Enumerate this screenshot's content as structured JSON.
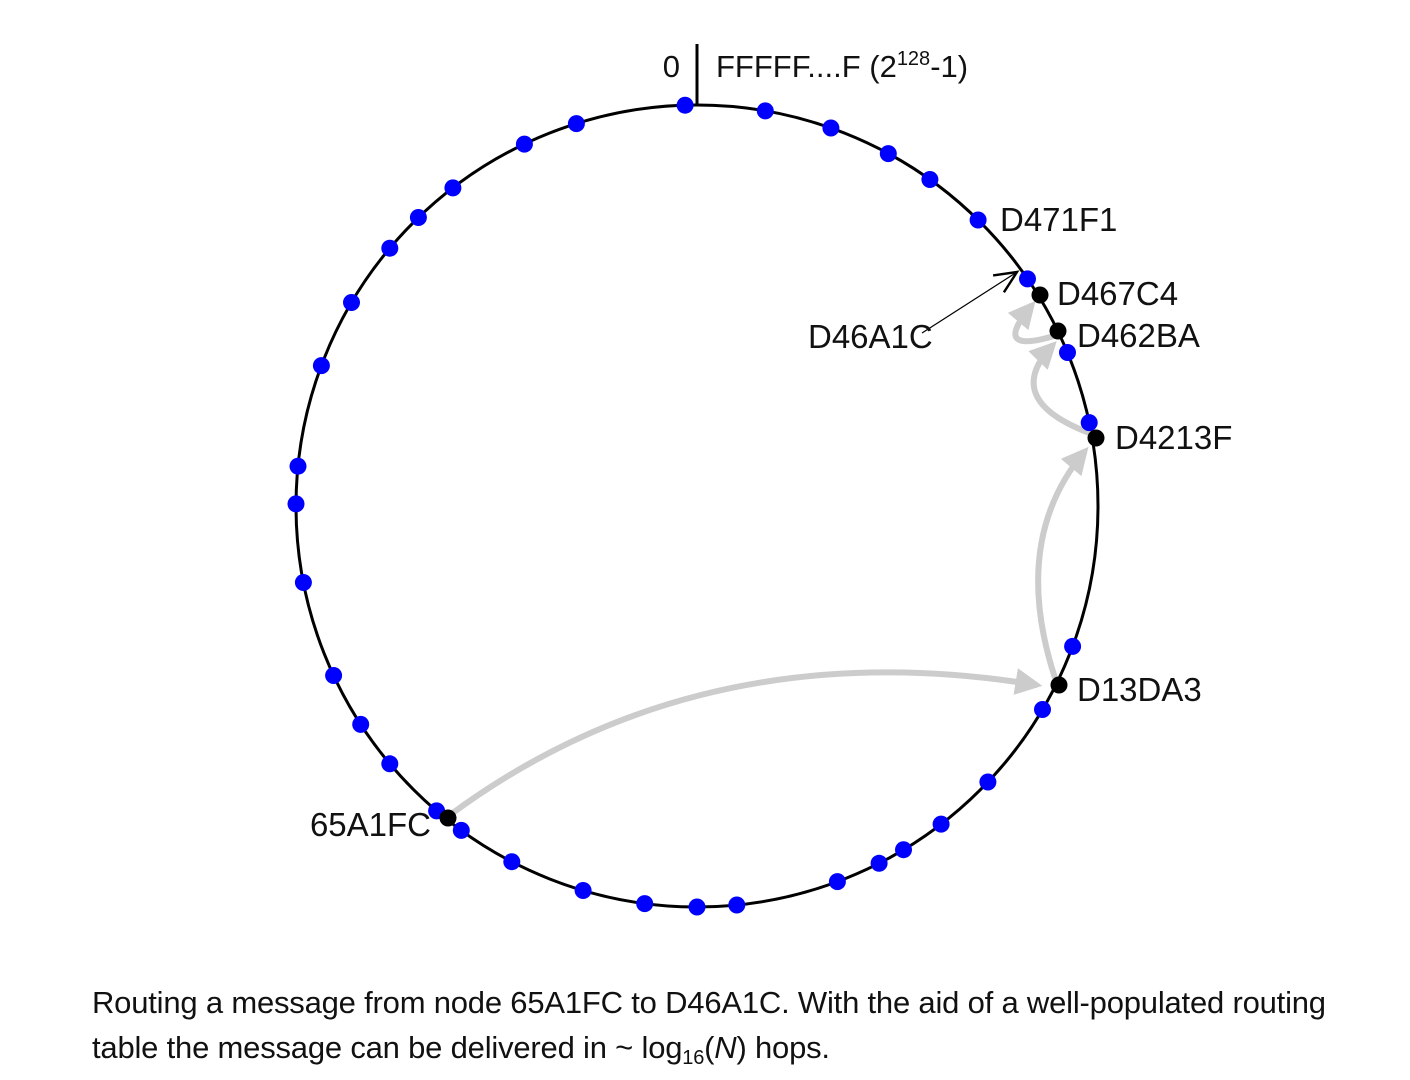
{
  "ring": {
    "top_left_label": "0",
    "top_right_label_base": "FFFFF....F (2",
    "top_right_label_exp": "128",
    "top_right_label_tail": "-1)",
    "node_color": "#0000ff",
    "highlight_node_color": "#000000",
    "route_arrow_color": "#cccccc",
    "ring_color": "#000000"
  },
  "nodes": {
    "source": "65A1FC",
    "hop1": "D13DA3",
    "hop2": "D4213F",
    "hop3": "D462BA",
    "hop4": "D467C4",
    "neighbor": "D471F1",
    "destination_key": "D46A1C"
  },
  "caption": {
    "line1": "Routing a message from node 65A1FC to D46A1C. With the aid of a well-populated routing",
    "line2_prefix": "table the message can be delivered in ~ log",
    "line2_sub": "16",
    "line2_open": "(",
    "line2_var": "N",
    "line2_close": ") hops."
  }
}
